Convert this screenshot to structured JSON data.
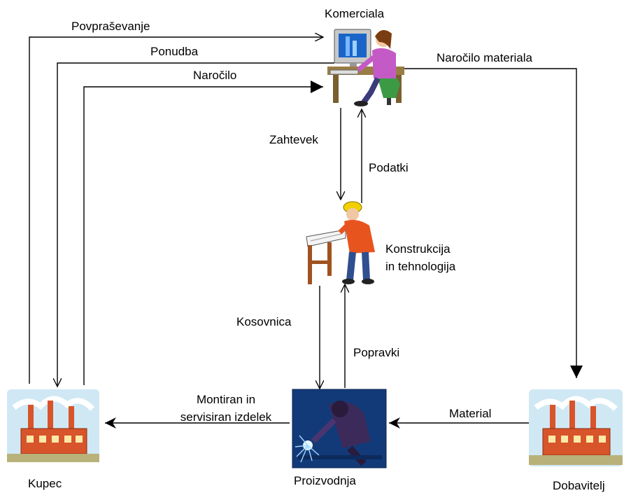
{
  "nodes": {
    "komerciala": "Komerciala",
    "konstrukcija_line1": "Konstrukcija",
    "konstrukcija_line2": "in tehnologija",
    "proizvodnja": "Proizvodnja",
    "kupec": "Kupec",
    "dobavitelj": "Dobavitelj"
  },
  "flows": {
    "povprasevanje": "Povpraševanje",
    "ponudba": "Ponudba",
    "narocilo": "Naročilo",
    "narocilo_materiala": "Naročilo materiala",
    "zahtevek": "Zahtevek",
    "podatki": "Podatki",
    "kosovnica": "Kosovnica",
    "popravki": "Popravki",
    "montiran_line1": "Montiran in",
    "montiran_line2": "servisiran izdelek",
    "material": "Material"
  },
  "icons": {
    "komerciala": "office-worker-computer-icon",
    "konstrukcija": "engineer-drafting-icon",
    "proizvodnja": "welder-icon",
    "kupec": "factory-icon",
    "dobavitelj": "factory-icon"
  },
  "colors": {
    "line": "#000000",
    "sky": "#cfe8f4",
    "factory_brick": "#d8542a",
    "weld_blue": "#1f4f8e"
  }
}
